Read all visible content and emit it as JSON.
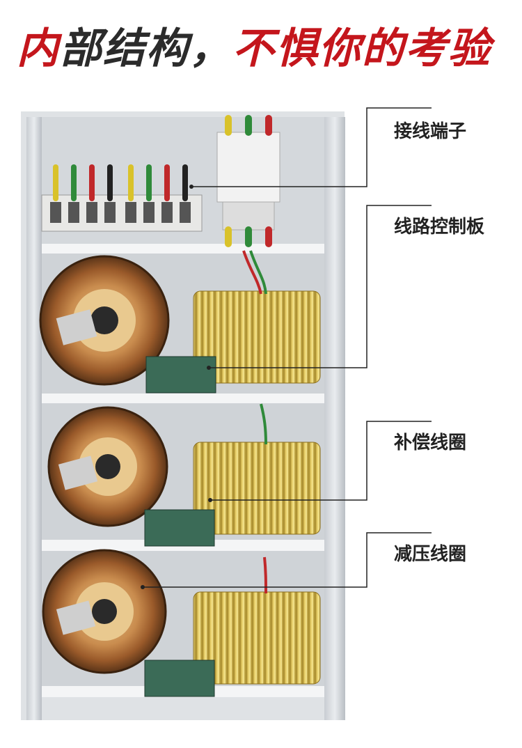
{
  "headline": {
    "first_char": "内",
    "dark_part": "部结构，",
    "red_part": "不惧你的考验"
  },
  "callouts": [
    {
      "label": "接线端子"
    },
    {
      "label": "线路控制板"
    },
    {
      "label": "补偿线圈"
    },
    {
      "label": "减压线圈"
    }
  ],
  "photo": {
    "icon": "voltage-stabilizer-interior-photo"
  }
}
